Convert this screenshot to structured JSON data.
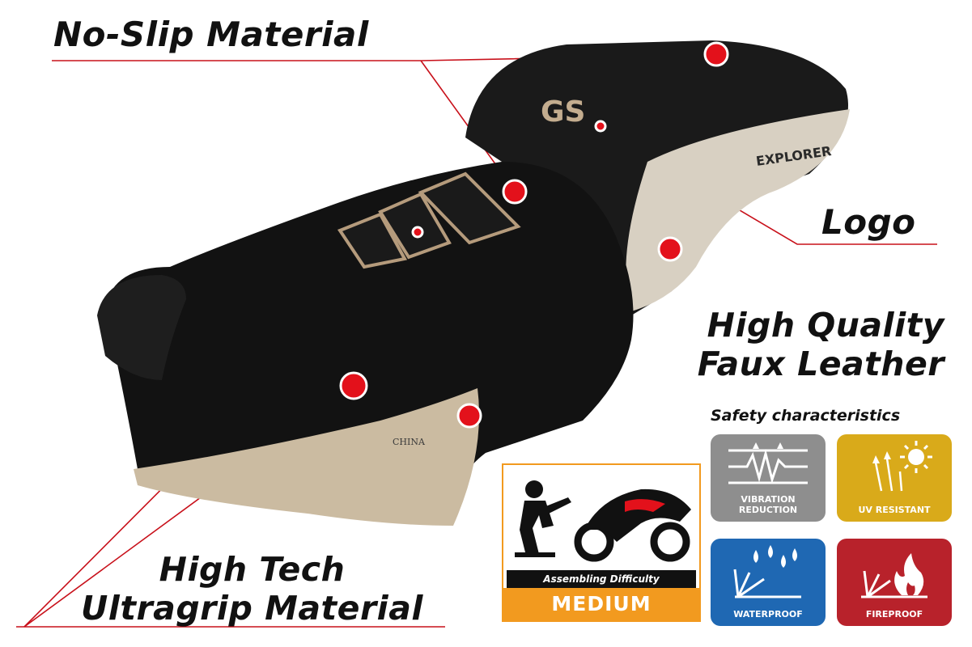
{
  "callouts": {
    "no_slip": "No-Slip Material",
    "logo": "Logo",
    "faux_leather_line1": "High Quality",
    "faux_leather_line2": "Faux Leather",
    "ultragrip_line1": "High Tech",
    "ultragrip_line2": "Ultragrip Material"
  },
  "seat": {
    "badge": "GS",
    "side_print": "EXPLORER",
    "map_text": "CHINA"
  },
  "safety": {
    "heading": "Safety characteristics",
    "tiles": [
      {
        "label_line1": "VIBRATION",
        "label_line2": "REDUCTION",
        "icon": "vibration-icon",
        "color": "#8e8e8e"
      },
      {
        "label_line1": "UV RESISTANT",
        "label_line2": "",
        "icon": "sun-icon",
        "color": "#d9aa1a"
      },
      {
        "label_line1": "WATERPROOF",
        "label_line2": "",
        "icon": "water-drop-icon",
        "color": "#1f68b3"
      },
      {
        "label_line1": "FIREPROOF",
        "label_line2": "",
        "icon": "flame-icon",
        "color": "#b8222b"
      }
    ]
  },
  "difficulty": {
    "caption": "Assembling Difficulty",
    "level": "MEDIUM",
    "accent": "#f29a1f"
  },
  "colors": {
    "marker": "#e3111b",
    "leader": "#c8101a",
    "seat": "#111111",
    "map": "#cbbba1"
  }
}
